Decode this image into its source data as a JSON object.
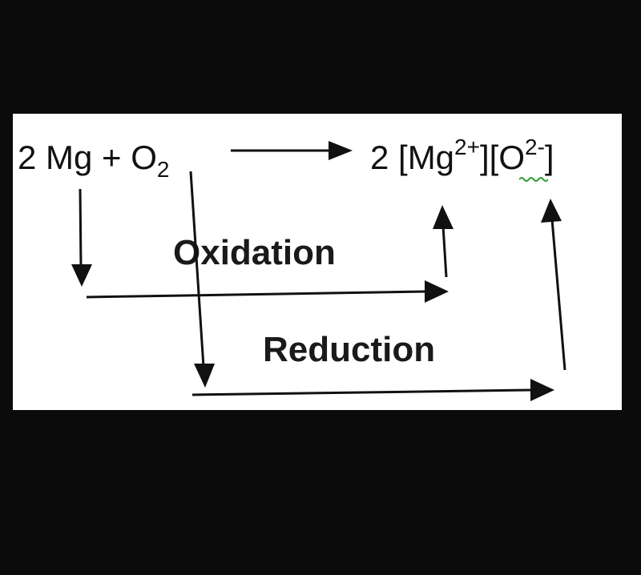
{
  "equation": {
    "left_coeff": "2 Mg + O",
    "left_sub": "2",
    "right_coeff": "2 [Mg",
    "right_mg_charge": "2+",
    "right_mid": "][O",
    "right_o_charge": "2-",
    "right_close": "]"
  },
  "labels": {
    "oxidation": "Oxidation",
    "reduction": "Reduction"
  },
  "colors": {
    "background": "#0b0b0b",
    "panel": "#ffffff",
    "ink": "#111111",
    "spellcheck": "#2e9e2e"
  }
}
